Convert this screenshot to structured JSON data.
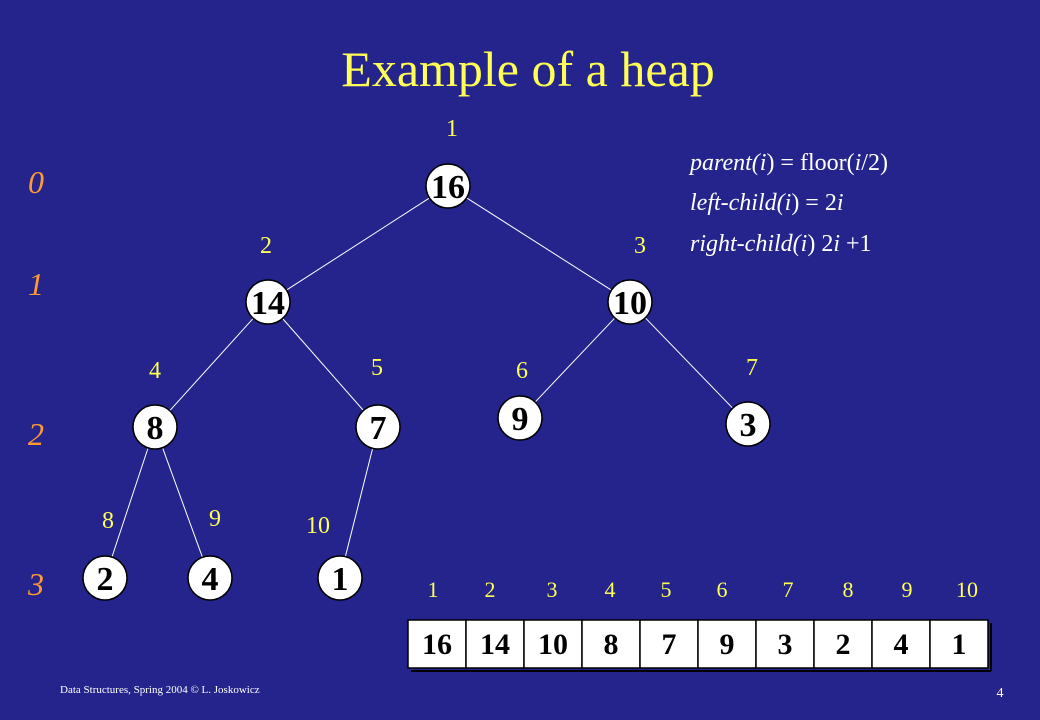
{
  "title": "Example of a heap",
  "colors": {
    "background": "#24248c",
    "title": "#ffff55",
    "index": "#ffff55",
    "level": "#ff9a33",
    "text": "#ffffff"
  },
  "levels": [
    "0",
    "1",
    "2",
    "3"
  ],
  "formulas": [
    [
      {
        "t": "parent(",
        "i": true
      },
      {
        "t": "i",
        "i": true
      },
      {
        "t": ") = floor(",
        "i": false
      },
      {
        "t": "i",
        "i": true
      },
      {
        "t": "/2)",
        "i": false
      }
    ],
    [
      {
        "t": "left-child(",
        "i": true
      },
      {
        "t": "i",
        "i": true
      },
      {
        "t": ") = 2",
        "i": false
      },
      {
        "t": "i",
        "i": true
      }
    ],
    [
      {
        "t": "right-child(",
        "i": true
      },
      {
        "t": "i",
        "i": true
      },
      {
        "t": ") 2",
        "i": false
      },
      {
        "t": "i",
        "i": true
      },
      {
        "t": " +1",
        "i": false
      }
    ]
  ],
  "tree": {
    "nodes": [
      {
        "index": "1",
        "value": "16"
      },
      {
        "index": "2",
        "value": "14"
      },
      {
        "index": "3",
        "value": "10"
      },
      {
        "index": "4",
        "value": "8"
      },
      {
        "index": "5",
        "value": "7"
      },
      {
        "index": "6",
        "value": "9"
      },
      {
        "index": "7",
        "value": "3"
      },
      {
        "index": "8",
        "value": "2"
      },
      {
        "index": "9",
        "value": "4"
      },
      {
        "index": "10",
        "value": "1"
      }
    ]
  },
  "array": {
    "indices": [
      "1",
      "2",
      "3",
      "4",
      "5",
      "6",
      "7",
      "8",
      "9",
      "10"
    ],
    "values": [
      "16",
      "14",
      "10",
      "8",
      "7",
      "9",
      "3",
      "2",
      "4",
      "1"
    ]
  },
  "footer": "Data Structures,  Spring 2004 © L. Joskowicz",
  "page_number": "4"
}
